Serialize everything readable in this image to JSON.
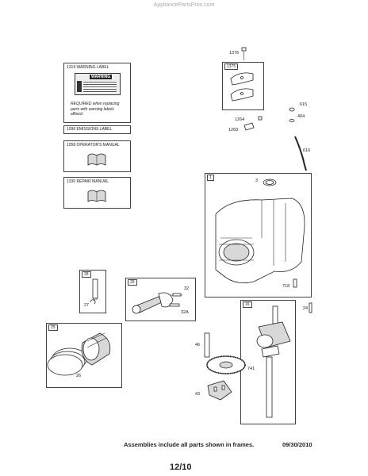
{
  "watermark": "AppliancePartsPros.com",
  "label_boxes": {
    "warning": {
      "header": "1319 WARNING LABEL",
      "badge": "WARNING",
      "body": "REQUIRED when replacing parts with warning labels affixed."
    },
    "emissions": {
      "header": "1098 EMISSIONS LABEL"
    },
    "operators": {
      "header": "1058 OPERATOR'S MANUAL"
    },
    "repair": {
      "header": "1330 REPAIR MANUAL"
    }
  },
  "frames": {
    "f1375": "1375",
    "f1": "1",
    "f28": "28",
    "f29": "29",
    "f25": "25",
    "f16": "16"
  },
  "callouts": {
    "c1376": "1376",
    "c615": "615",
    "c404": "404",
    "c1264": "1264",
    "c1263": "1263",
    "c616": "616",
    "c3": "3",
    "c718": "718",
    "c24": "24",
    "c27": "27",
    "c32": "32",
    "c32a": "32A",
    "c46": "46",
    "c741": "741",
    "c26": "26",
    "c43": "43"
  },
  "footer": {
    "note": "Assemblies include all parts shown in frames.",
    "date": "09/30/2010",
    "page": "12/10"
  }
}
